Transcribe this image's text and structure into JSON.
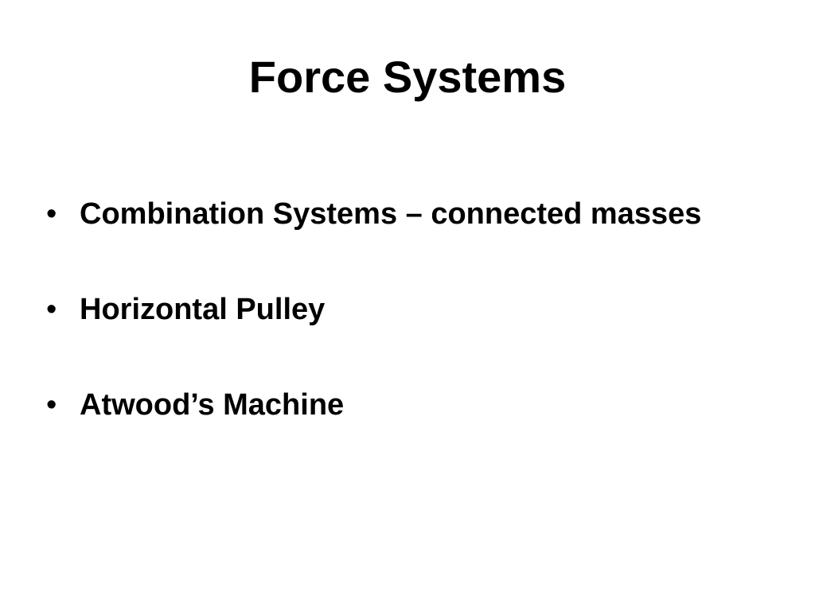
{
  "slide": {
    "title": "Force Systems",
    "bullet_marker": "•",
    "bullets": [
      {
        "text": "Combination Systems – connected masses"
      },
      {
        "text": "Horizontal Pulley"
      },
      {
        "text": "Atwood’s Machine"
      }
    ]
  }
}
